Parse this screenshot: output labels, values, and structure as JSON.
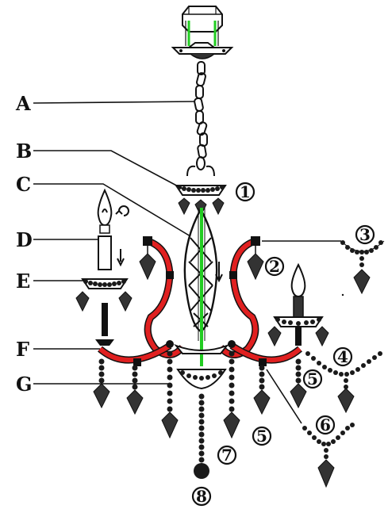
{
  "diagram": {
    "parts": [
      {
        "id": "A",
        "label": "A"
      },
      {
        "id": "B",
        "label": "B"
      },
      {
        "id": "C",
        "label": "C"
      },
      {
        "id": "D",
        "label": "D"
      },
      {
        "id": "E",
        "label": "E"
      },
      {
        "id": "F",
        "label": "F"
      },
      {
        "id": "G",
        "label": "G"
      }
    ],
    "callouts": [
      {
        "id": "1",
        "label": "1"
      },
      {
        "id": "2",
        "label": "2"
      },
      {
        "id": "3",
        "label": "3"
      },
      {
        "id": "4",
        "label": "4"
      },
      {
        "id": "5a",
        "label": "5"
      },
      {
        "id": "5b",
        "label": "5"
      },
      {
        "id": "6",
        "label": "6"
      },
      {
        "id": "7",
        "label": "7"
      },
      {
        "id": "8",
        "label": "8"
      }
    ],
    "colors": {
      "arm": "#e02020",
      "rod": "#22cc22",
      "ink": "#111111"
    }
  }
}
